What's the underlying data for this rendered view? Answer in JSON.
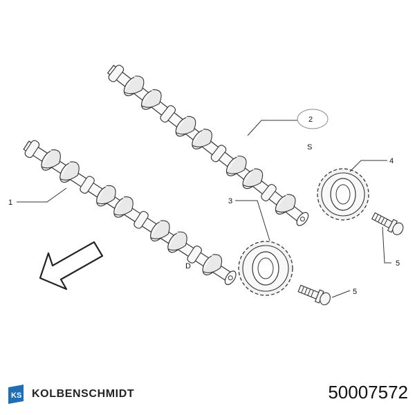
{
  "callouts": {
    "c1": "1",
    "c2": "2",
    "c3": "3",
    "c4": "4",
    "c5a": "5",
    "c5b": "5",
    "d": "D",
    "s": "S"
  },
  "brand": {
    "name": "KOLBENSCHMIDT",
    "logo_color": "#1f6fb2"
  },
  "part_number": "50007572"
}
